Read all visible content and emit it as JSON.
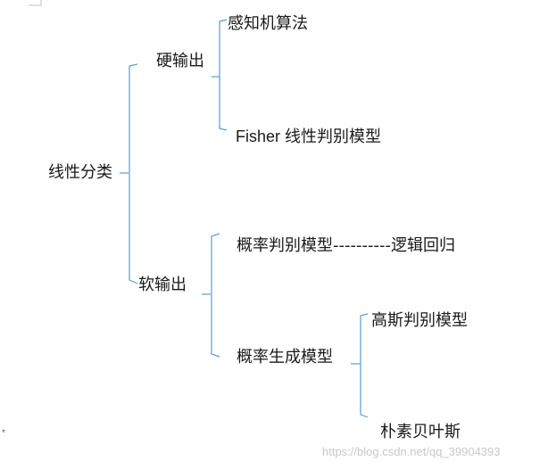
{
  "diagram": {
    "root": "线性分类",
    "hard": {
      "label": "硬输出",
      "children": [
        "感知机算法",
        "Fisher 线性判别模型"
      ]
    },
    "soft": {
      "label": "软输出",
      "discriminative": "概率判别模型----------逻辑回归",
      "generative": {
        "label": "概率生成模型",
        "children": [
          "高斯判别模型",
          "朴素贝叶斯"
        ]
      }
    }
  },
  "watermark": "https://blog.csdn.net/qq_39904393",
  "colors": {
    "bracket": "#5b9bd5",
    "text": "#1a1a1a",
    "watermark": "#c8c8c8"
  }
}
